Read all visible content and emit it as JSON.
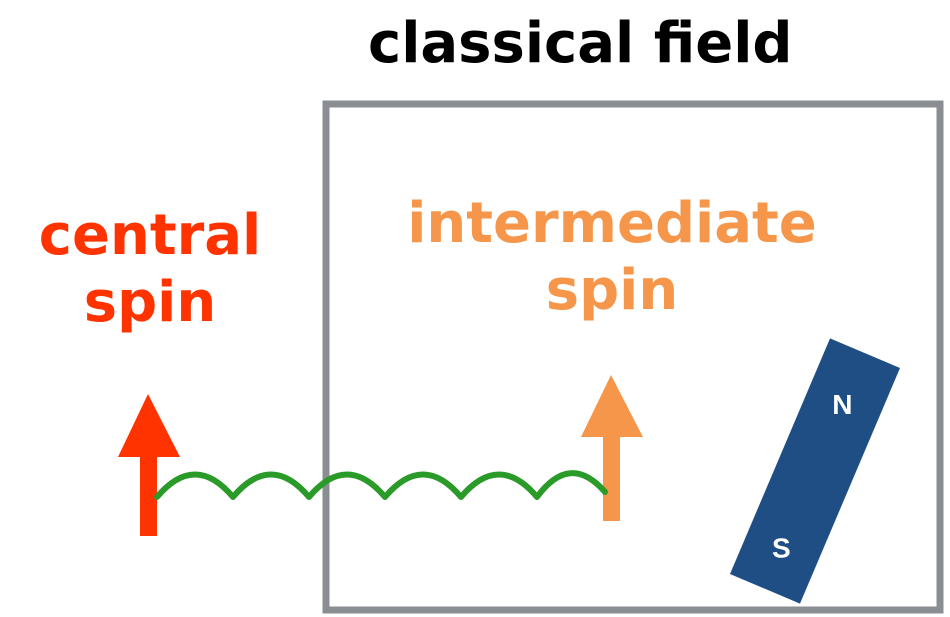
{
  "title": "classical field",
  "central_spin": {
    "line1": "central",
    "line2": "spin",
    "color": "#ff3300"
  },
  "intermediate_spin": {
    "line1": "intermediate",
    "line2": "spin",
    "color": "#f5964a"
  },
  "field_box": {
    "stroke_color": "#8a8d91"
  },
  "coupling": {
    "color": "#2a9a28"
  },
  "magnet": {
    "north_label": "N",
    "south_label": "S",
    "body_color": "#1f4e85",
    "text_color": "#ffffff"
  }
}
